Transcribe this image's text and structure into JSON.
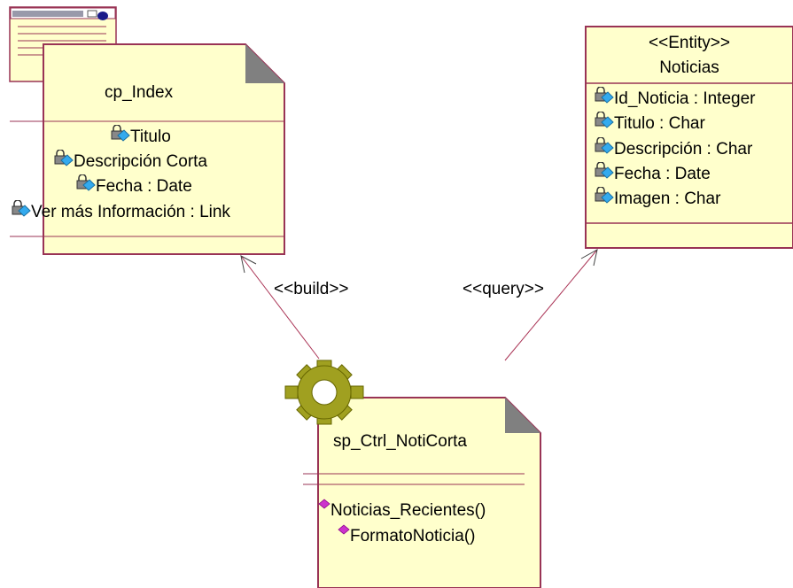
{
  "diagram": {
    "cp_index": {
      "name": "cp_Index",
      "attributes": [
        "Titulo",
        "Descripción Corta",
        "Fecha : Date",
        "Ver más Información : Link"
      ]
    },
    "noticias": {
      "stereotype": "<<Entity>>",
      "name": "Noticias",
      "attributes": [
        "Id_Noticia : Integer",
        "Titulo : Char",
        "Descripción : Char",
        "Fecha : Date",
        "Imagen : Char"
      ]
    },
    "sp_ctrl": {
      "name": "sp_Ctrl_NotiCorta",
      "operations": [
        "Noticias_Recientes()",
        "FormatoNoticia()"
      ]
    },
    "relations": {
      "build_label": "<<build>>",
      "query_label": "<<query>>"
    },
    "colors": {
      "box_fill": "#ffffcc",
      "box_border": "#993355",
      "line": "#aa3355",
      "gear": "#a0a020",
      "op_icon": "#cc33cc"
    }
  }
}
